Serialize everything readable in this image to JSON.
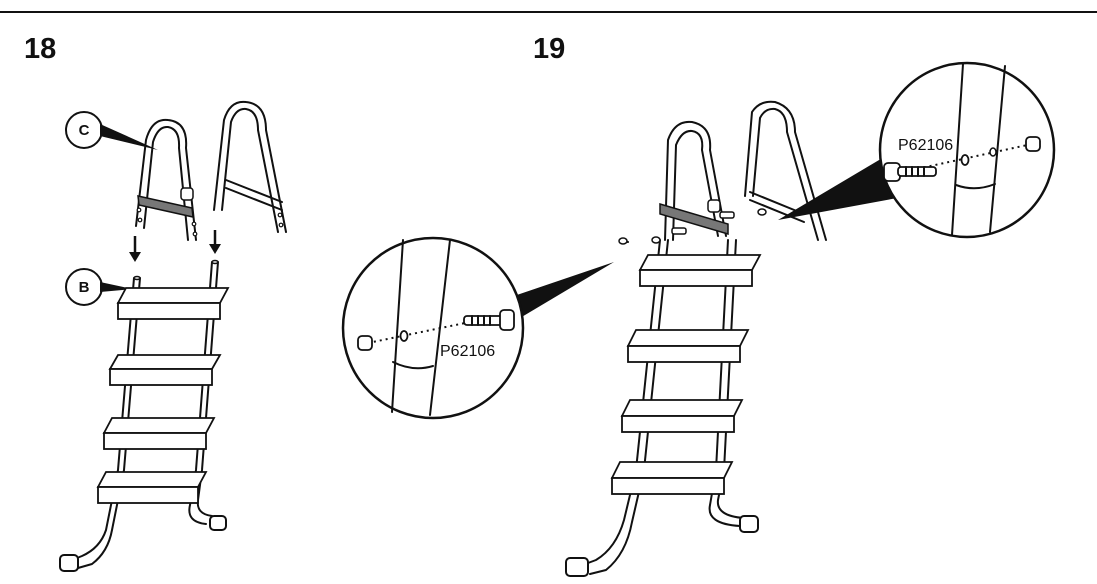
{
  "steps": [
    {
      "number": "18",
      "labels": {
        "c": "C",
        "b": "B"
      }
    },
    {
      "number": "19",
      "part_left": "P62106",
      "part_right": "P62106"
    }
  ]
}
